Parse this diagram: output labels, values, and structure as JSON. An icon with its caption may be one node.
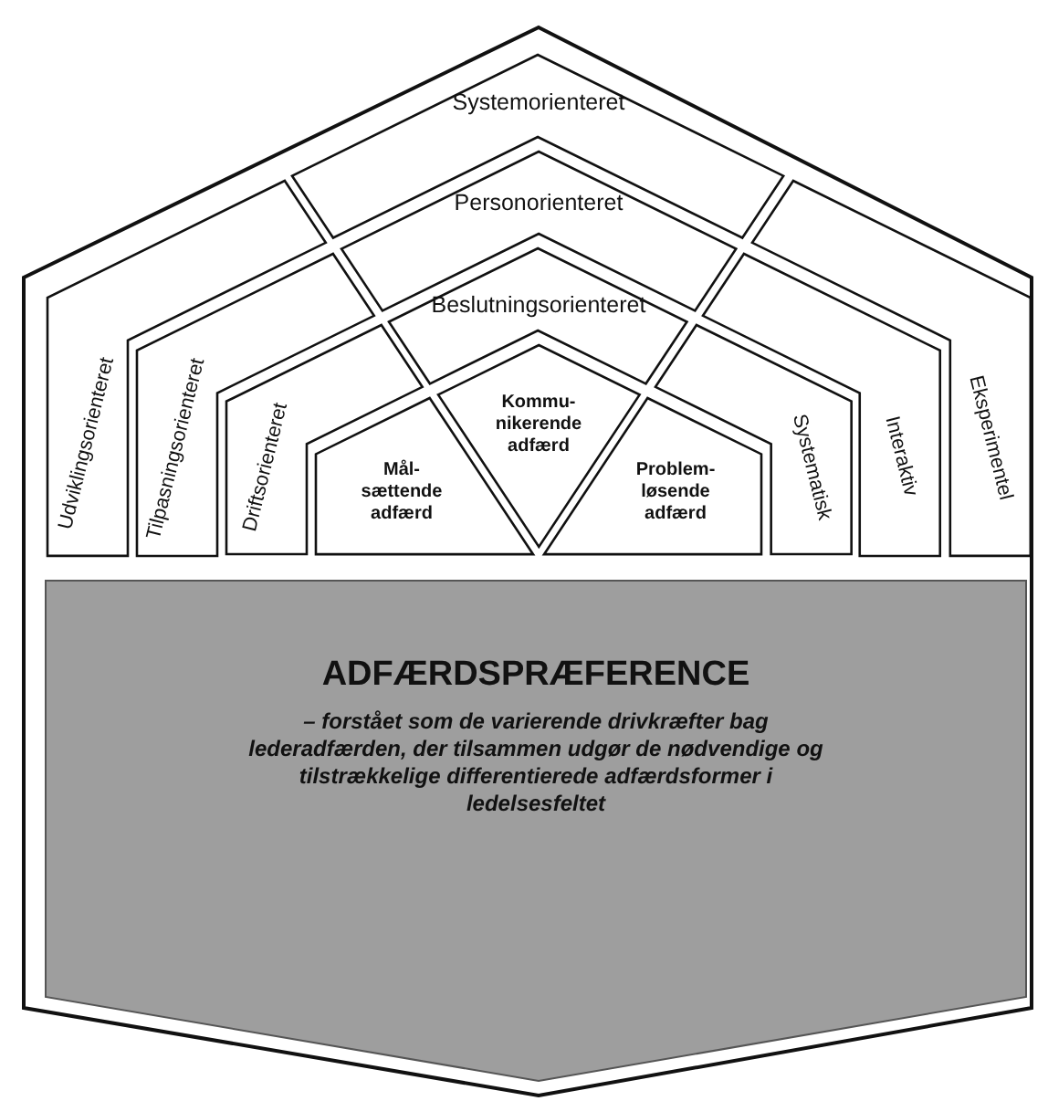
{
  "diagram": {
    "nodes": [
      {
        "text": [
          "Systemorienteret"
        ]
      },
      {
        "text": [
          "Udviklingsorienteret"
        ]
      },
      {
        "text": [
          "Eksperimentel"
        ]
      },
      {
        "text": [
          "Personorienteret"
        ]
      },
      {
        "text": [
          "Tilpasningsorienteret"
        ]
      },
      {
        "text": [
          "Interaktiv"
        ]
      },
      {
        "text": [
          "Beslutningsorienteret"
        ]
      },
      {
        "text": [
          "Driftsorienteret"
        ]
      },
      {
        "text": [
          "Systematisk"
        ]
      },
      {
        "text": [
          "Kommu- nikerende adfærd"
        ]
      },
      {
        "text": [
          "Mål- sættende adfærd"
        ]
      },
      {
        "text": [
          "Problem- løsende adfærd"
        ]
      },
      {
        "text": [
          "ADFÆRDSPRÆFERENCE",
          "– forstået som de varierende drivkræfter bag lederadfærden, der tilsammen udgør de nødvendige og tilstrækkelige differentierede adfærdsformer i ledelsesfeltet"
        ]
      }
    ]
  }
}
